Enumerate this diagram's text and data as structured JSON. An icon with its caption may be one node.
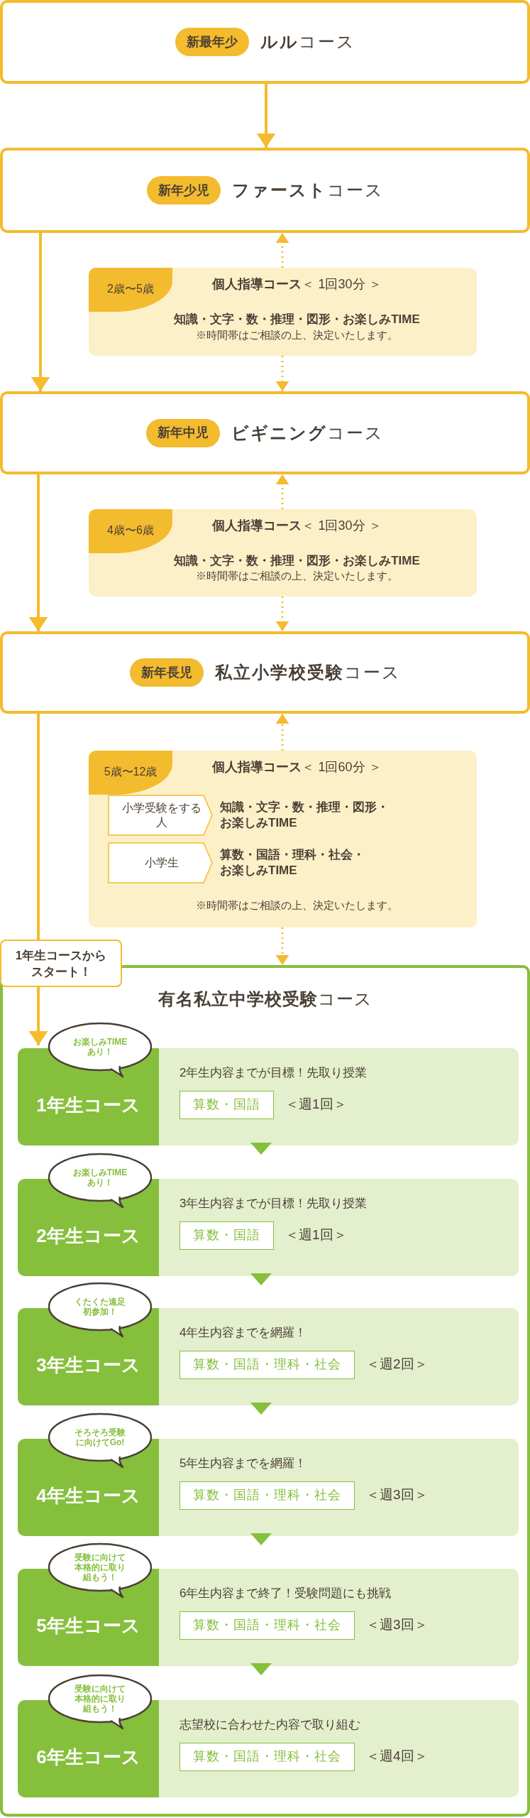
{
  "diagram": {
    "nodes": [
      {
        "text": [
          "**ルル**コース"
        ]
      },
      {
        "text": [
          "新最年少"
        ],
        "in": 0
      },
      {
        "text": [
          "**ファースト**コース"
        ]
      },
      {
        "text": [
          "新年少児"
        ],
        "in": 2
      },
      {
        "text": [
          "**個人指導コース**＜ 1回30分 ＞",
          "知識・文字・数・推理・図形・お楽しみTIME",
          "※時間帯はご相談の上、決定いたします。"
        ]
      },
      {
        "text": [
          "2歳〜5歳"
        ],
        "in": 4
      },
      {
        "text": [
          "**ビギニング**コース"
        ]
      },
      {
        "text": [
          "新年中児"
        ],
        "in": 6
      },
      {
        "text": [
          "**個人指導コース**＜ 1回30分 ＞",
          "知識・文字・数・推理・図形・お楽しみTIME",
          "※時間帯はご相談の上、決定いたします。"
        ]
      },
      {
        "text": [
          "4歳〜6歳"
        ],
        "in": 8
      },
      {
        "text": [
          "**私立小学校受験**コース"
        ]
      },
      {
        "text": [
          "新年長児"
        ],
        "in": 10
      },
      {
        "text": [
          "**個人指導コース**＜ 1回60分 ＞",
          "※時間帯はご相談の上、決定いたします。"
        ]
      },
      {
        "text": [
          "5歳〜12歳"
        ],
        "in": 12
      },
      {
        "text": [
          "小学受験をする人"
        ],
        "in": 12,
        "beside": [
          "知識・文字・数・推理・図形・お楽しみTIME"
        ]
      },
      {
        "text": [
          "小学生"
        ],
        "in": 12,
        "beside": [
          "算数・国語・理科・社会・お楽しみTIME"
        ]
      },
      {
        "text": [
          "1年生コースからスタート！"
        ]
      },
      {
        "text": [
          "**有名私立中学校受験**コース"
        ]
      },
      {
        "text": [
          "お楽しみTIMEあり！"
        ],
        "in": 17
      },
      {
        "text": [
          "1年生コース",
          "2年生内容までが目標！先取り授業",
          "＜週1回＞"
        ],
        "in": 17
      },
      {
        "text": [
          "算数・国語"
        ],
        "in": 19
      },
      {
        "text": [
          "お楽しみTIMEあり！"
        ],
        "in": 17
      },
      {
        "text": [
          "2年生コース",
          "3年生内容までが目標！先取り授業",
          "＜週1回＞"
        ],
        "in": 17
      },
      {
        "text": [
          "算数・国語"
        ],
        "in": 22
      },
      {
        "text": [
          "くたくた遠足初参加！"
        ],
        "in": 17
      },
      {
        "text": [
          "3年生コース",
          "4年生内容までを網羅！",
          "＜週2回＞"
        ],
        "in": 17
      },
      {
        "text": [
          "算数・国語・理科・社会"
        ],
        "in": 25
      },
      {
        "text": [
          "そろそろ受験に向けてGo!"
        ],
        "in": 17
      },
      {
        "text": [
          "4年生コース",
          "5年生内容までを網羅！",
          "＜週3回＞"
        ],
        "in": 17
      },
      {
        "text": [
          "算数・国語・理科・社会"
        ],
        "in": 28
      },
      {
        "text": [
          "受験に向けて本格的に取り組もう！"
        ],
        "in": 17
      },
      {
        "text": [
          "5年生コース",
          "6年生内容まで終了！受験問題にも挑戦",
          "＜週3回＞"
        ],
        "in": 17
      },
      {
        "text": [
          "算数・国語・理科・社会"
        ],
        "in": 31
      },
      {
        "text": [
          "受験に向けて本格的に取り組もう！"
        ],
        "in": 17
      },
      {
        "text": [
          "6年生コース",
          "志望校に合わせた内容で取り組む",
          "＜週4回＞"
        ],
        "in": 17
      },
      {
        "text": [
          "算数・国語・理科・社会"
        ],
        "in": 34
      }
    ],
    "edges": [
      {
        "from": 0,
        "to": 2,
        "arrow": "to"
      },
      {
        "from": 2,
        "to": 6,
        "arrow": "to"
      },
      {
        "from": 4,
        "to": 2,
        "arrow": "to",
        "style": "dashed"
      },
      {
        "from": 4,
        "to": 6,
        "arrow": "to",
        "style": "dashed"
      },
      {
        "from": 6,
        "to": 10,
        "arrow": "to"
      },
      {
        "from": 8,
        "to": 6,
        "arrow": "to",
        "style": "dashed"
      },
      {
        "from": 8,
        "to": 10,
        "arrow": "to",
        "style": "dashed"
      },
      {
        "from": 10,
        "to": 16,
        "arrow": "none"
      },
      {
        "from": 16,
        "to": 19,
        "arrow": "to"
      },
      {
        "from": 12,
        "to": 10,
        "arrow": "to",
        "style": "dashed"
      },
      {
        "from": 12,
        "to": 17,
        "arrow": "to",
        "style": "dashed"
      },
      {
        "from": 19,
        "to": 22,
        "arrow": "to",
        "color": "#86bf3c"
      },
      {
        "from": 22,
        "to": 25,
        "arrow": "to",
        "color": "#86bf3c"
      },
      {
        "from": 25,
        "to": 28,
        "arrow": "to",
        "color": "#86bf3c"
      },
      {
        "from": 28,
        "to": 31,
        "arrow": "to",
        "color": "#86bf3c"
      },
      {
        "from": 31,
        "to": 34,
        "arrow": "to",
        "color": "#86bf3c"
      }
    ]
  }
}
